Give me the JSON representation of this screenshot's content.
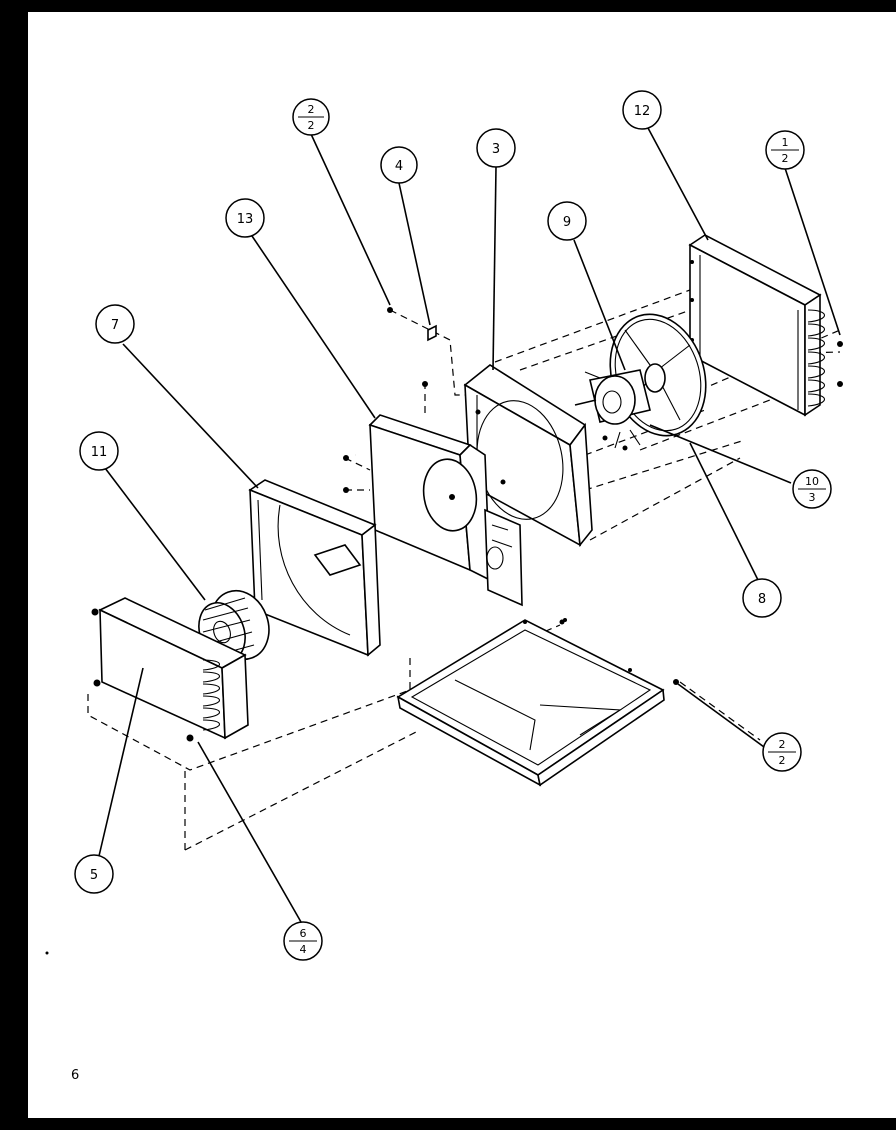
{
  "callouts": {
    "c2a_top": "2",
    "c2a_bottom": "2",
    "c4": "4",
    "c3": "3",
    "c12": "12",
    "c1_top": "1",
    "c1_bottom": "2",
    "c9": "9",
    "c13": "13",
    "c7": "7",
    "c11": "11",
    "c10_top": "10",
    "c10_bottom": "3",
    "c8": "8",
    "c2b_top": "2",
    "c2b_bottom": "2",
    "c5": "5",
    "c6_top": "6",
    "c6_bottom": "4"
  },
  "page_number": "6"
}
